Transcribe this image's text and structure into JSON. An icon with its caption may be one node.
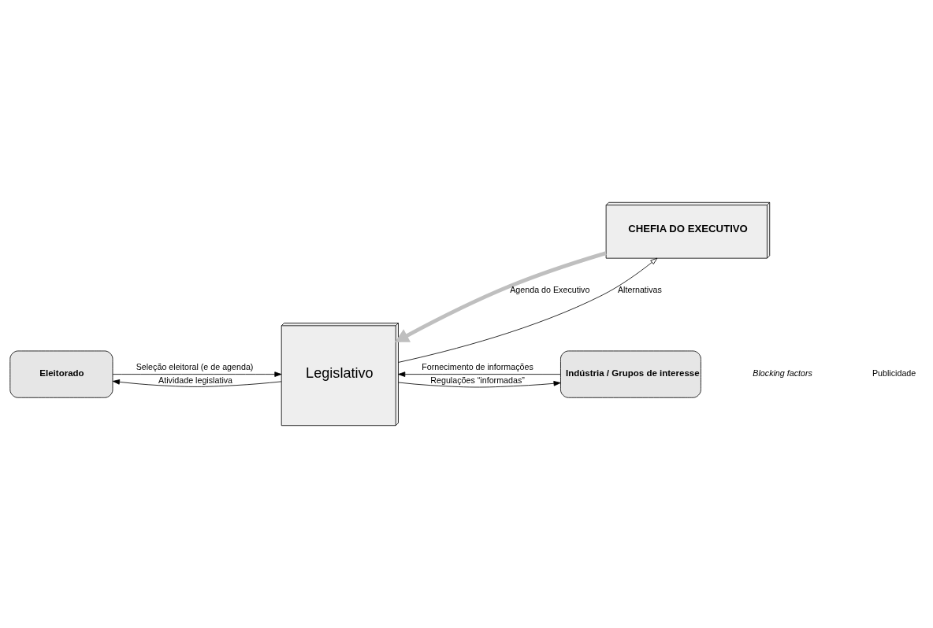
{
  "diagram": {
    "nodes": [
      {
        "text": [
          "CHEFIA DO EXECUTIVO"
        ]
      },
      {
        "text": [
          "Legislativo"
        ]
      },
      {
        "text": [
          "Eleitorado"
        ]
      },
      {
        "text": [
          "Indústria / Grupos de interesse"
        ]
      }
    ],
    "edges": [
      {
        "from": 0,
        "to": 1,
        "arrow": "to",
        "label": "Agenda do Executivo",
        "style": "thick",
        "color": "#bfbfbf"
      },
      {
        "from": 1,
        "to": 0,
        "arrow": "to",
        "label": "Alternativas"
      },
      {
        "from": 2,
        "to": 1,
        "arrow": "to",
        "label": "Seleção eleitoral (e de agenda)"
      },
      {
        "from": 3,
        "to": 1,
        "arrow": "to",
        "label": "Fornecimento de informações"
      },
      {
        "from": 1,
        "to": 2,
        "arrow": "to",
        "label": "Atividade legislativa"
      },
      {
        "from": 1,
        "to": 3,
        "arrow": "to",
        "label": "Regulações “informadas”"
      }
    ],
    "labels": [
      "Blocking factors",
      "Publicidade"
    ]
  }
}
